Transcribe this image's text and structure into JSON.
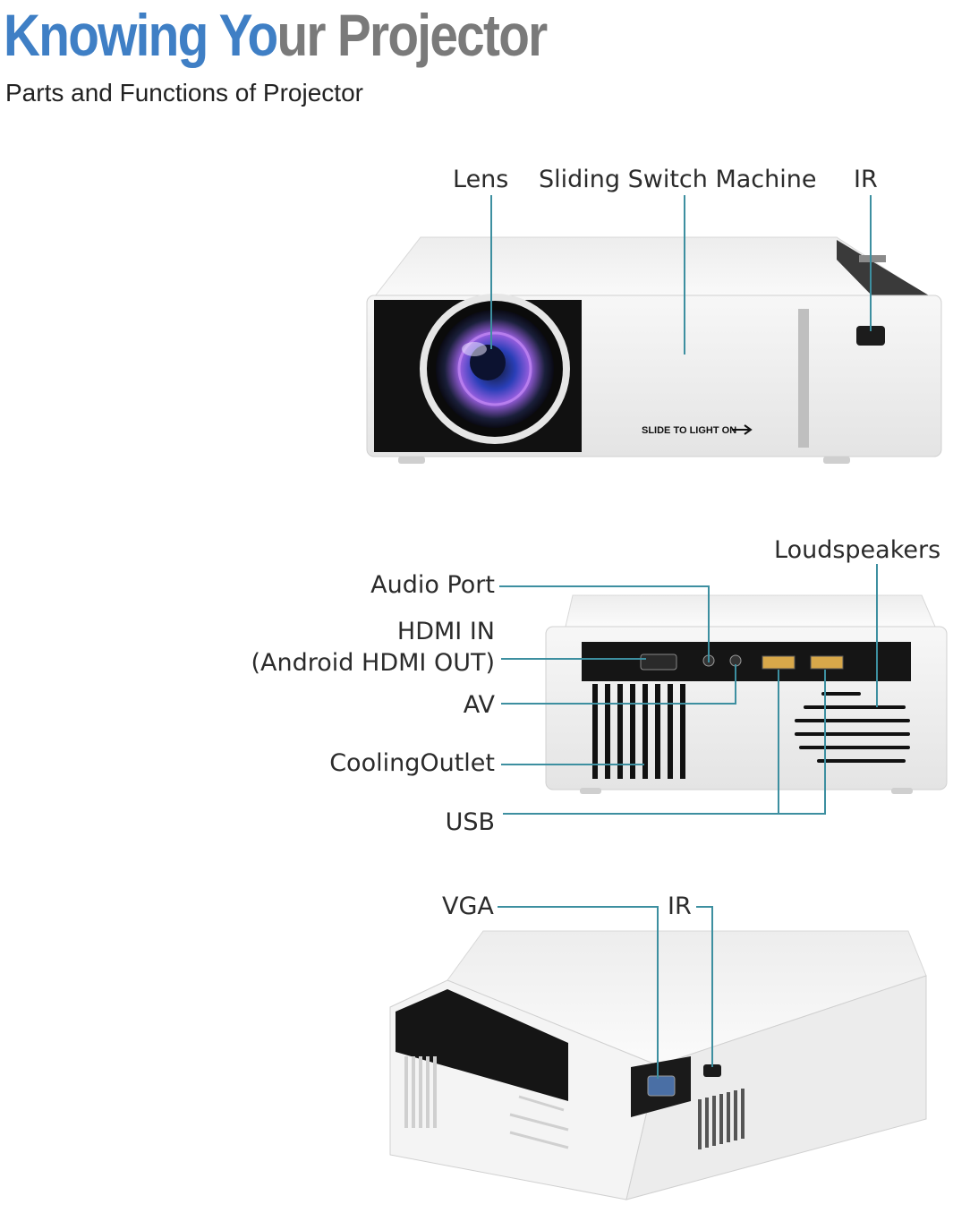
{
  "header": {
    "title_part1": "Knowing Yo",
    "title_part2": "ur Projector",
    "subtitle": "Parts and Functions of Projector"
  },
  "front_view": {
    "labels": {
      "lens": "Lens",
      "sliding_switch": "Sliding Switch Machine",
      "ir": "IR"
    },
    "printed_text": "SLIDE TO LIGHT ON"
  },
  "rear_view": {
    "labels": {
      "loudspeakers": "Loudspeakers",
      "audio_port": "Audio Port",
      "hdmi_line1": "HDMI IN",
      "hdmi_line2": "(Android HDMI OUT)",
      "av": "AV",
      "cooling_outlet": "CoolingOutlet",
      "usb": "USB"
    }
  },
  "side_view": {
    "labels": {
      "vga": "VGA",
      "ir": "IR"
    }
  },
  "colors": {
    "title_blue": "#3f7fc5",
    "title_gray": "#7a7a7a",
    "leader_line": "#3d8fa0",
    "lens_glow": "#6a5bd8"
  }
}
